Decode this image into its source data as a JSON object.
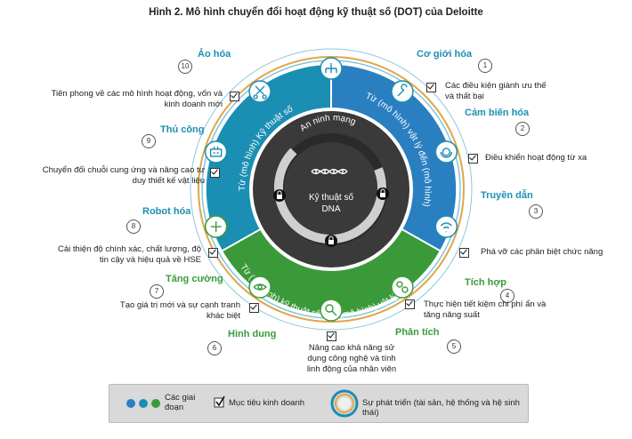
{
  "title": "Hình 2. Mô hình chuyển đổi hoạt động kỹ thuật số (DOT) của Deloitte",
  "center": {
    "top_label": "An ninh mạng",
    "main_label_1": "Kỹ thuật số",
    "main_label_2": "DNA"
  },
  "ring_labels": {
    "left": "Từ (mô hình) Kỹ thuật số",
    "right": "Từ (mô hình) vật lý đến (mô hình) kỹ thuật số",
    "bottom": "Từ (mô hình) kỹ thuật số đến (mô hình) vật lý"
  },
  "stages": [
    {
      "num": "1",
      "name": "Cơ giới hóa",
      "goal": "Các điều kiện giành ưu thế và thất bại",
      "icon": "wrench-icon"
    },
    {
      "num": "2",
      "name": "Cảm biến hóa",
      "goal": "Điều khiển hoạt động từ xa",
      "icon": "fingerprint-icon"
    },
    {
      "num": "3",
      "name": "Truyền dẫn",
      "goal": "Phá vỡ các phân biệt chức năng",
      "icon": "wifi-icon"
    },
    {
      "num": "4",
      "name": "Tích hợp",
      "goal": "Thực hiện tiết kiệm chi phí ẩn và tăng năng suất",
      "icon": "gears-icon"
    },
    {
      "num": "5",
      "name": "Phân tích",
      "goal": "Nâng cao khả năng sử dụng công nghệ và tính linh động của nhân viên",
      "icon": "magnifier-icon"
    },
    {
      "num": "6",
      "name": "Hình dung",
      "goal": "Tạo giá trị mới và sự cạnh tranh khác biệt",
      "icon": "eye-icon"
    },
    {
      "num": "7",
      "name": "Tăng cường",
      "goal": "Cải thiện độ chính xác, chất lượng, độ tin cậy và hiệu quả về HSE",
      "icon": "plus-icon"
    },
    {
      "num": "8",
      "name": "Robot hóa",
      "goal": "Chuyển đổi chuỗi cung ứng và nâng cao tư duy thiết kế vật liệu",
      "icon": "robot-icon"
    },
    {
      "num": "9",
      "name": "Thủ công",
      "goal": "Tiên phong về các mô hình hoạt động, vốn và kinh doanh mới",
      "icon": "scissors-icon"
    },
    {
      "num": "10",
      "name": "Ảo hóa",
      "goal": "",
      "icon": "network-icon"
    }
  ],
  "legend": {
    "stages_label": "Các giai đoạn",
    "goals_label": "Mục tiêu kinh doanh",
    "development_label": "Sự phát triển (tài sản, hệ thống và hệ sinh thái)"
  },
  "colors": {
    "teal": "#1b8fb3",
    "blue": "#2a7fc1",
    "green": "#3a9a3a",
    "dark_center": "#3a3a3a",
    "ring_gold": "#e0a64a"
  }
}
